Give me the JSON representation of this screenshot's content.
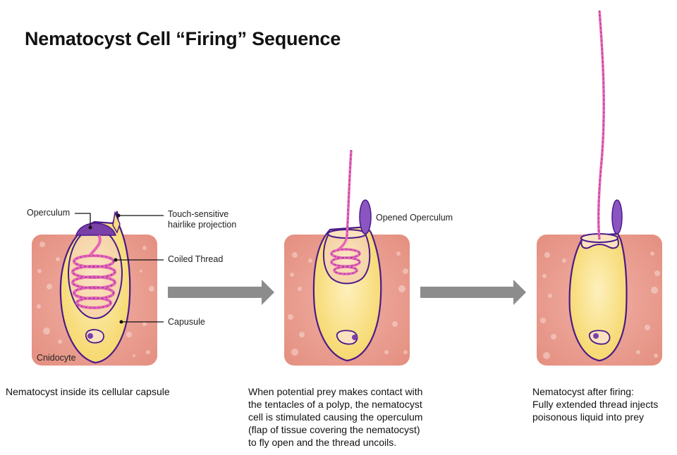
{
  "title": "Nematocyst Cell “Firing” Sequence",
  "colors": {
    "tissue": "#e89a8c",
    "capsule_fill": "#f7dc78",
    "capsule_outline": "#4a1a8a",
    "operculum": "#7b3fa8",
    "thread": "#e865b4",
    "arrow": "#8c8c8c"
  },
  "panels": [
    {
      "name": "unfired",
      "labels": {
        "operculum": "Operculum",
        "projection_line1": "Touch-sensitive",
        "projection_line2": "hairlike projection",
        "coiled_thread": "Coiled Thread",
        "capsule": "Capusule",
        "cnidocyte": "Cnidocyte"
      },
      "caption": [
        "Nematocyst inside its cellular capsule"
      ]
    },
    {
      "name": "firing",
      "labels": {
        "opened_operculum": "Opened Operculum"
      },
      "caption": [
        "When potential prey makes contact with",
        "the tentacles of a polyp, the nematocyst",
        "cell is stimulated causing the operculum",
        "(flap of tissue covering the nematocyst)",
        "to fly open and the thread uncoils."
      ]
    },
    {
      "name": "fired",
      "labels": {},
      "caption": [
        "Nematocyst after firing:",
        "Fully extended thread injects",
        "poisonous liquid into prey"
      ]
    }
  ],
  "arrows": [
    {
      "from": "unfired",
      "to": "firing",
      "icon": "arrow-right-icon"
    },
    {
      "from": "firing",
      "to": "fired",
      "icon": "arrow-right-icon"
    }
  ]
}
